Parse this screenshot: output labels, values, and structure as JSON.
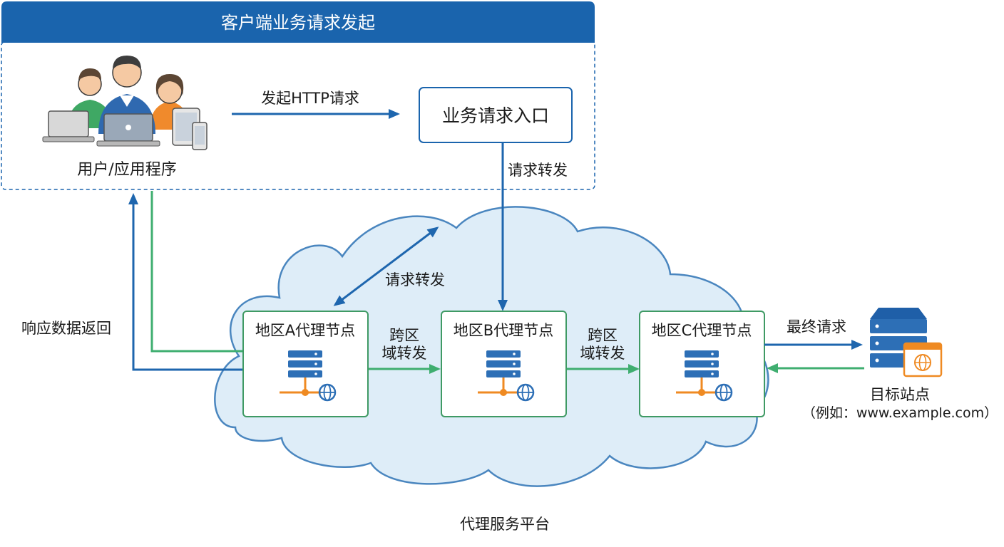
{
  "header": {
    "title": "客户端业务请求发起"
  },
  "client": {
    "label": "用户/应用程序"
  },
  "entry": {
    "label": "业务请求入口"
  },
  "edges": {
    "initiate_http": "发起HTTP请求",
    "forward_down": "请求转发",
    "forward_cloud": "请求转发",
    "cross_ab_line1": "跨区",
    "cross_ab_line2": "域转发",
    "cross_bc_line1": "跨区",
    "cross_bc_line2": "域转发",
    "final_request": "最终请求",
    "response_return": "响应数据返回"
  },
  "nodes": [
    {
      "label": "地区A代理节点"
    },
    {
      "label": "地区B代理节点"
    },
    {
      "label": "地区C代理节点"
    }
  ],
  "platform": {
    "label": "代理服务平台"
  },
  "target": {
    "label": "目标站点",
    "example": "（例如：www.example.com）"
  },
  "colors": {
    "brand_blue": "#1a64ad",
    "arrow_blue": "#1e66ae",
    "arrow_green": "#3fae70",
    "node_border": "#3f9a64",
    "cloud_fill": "#deedf8",
    "cloud_stroke": "#4a86bf",
    "server_blue": "#2d6fb6",
    "accent_orange": "#ef8a22"
  },
  "icons": {
    "users": "users-devices-icon",
    "server": "server-network-icon",
    "target": "web-server-icon"
  }
}
